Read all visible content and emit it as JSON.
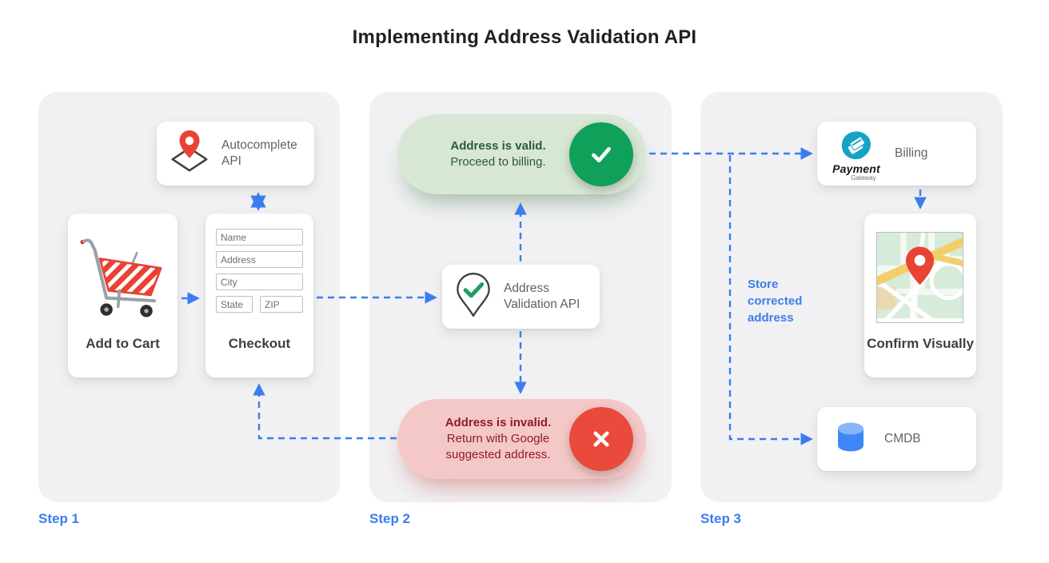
{
  "title": "Implementing Address Validation API",
  "colors": {
    "accent_blue": "#3b7ded",
    "panel_bg": "#f1f1f3",
    "valid_pill_bg": "#d8e6d4",
    "valid_text": "#2a5c31",
    "valid_circle": "#0fa05a",
    "invalid_pill_bg": "#f5c8c8",
    "invalid_text": "#8f1c23",
    "invalid_circle": "#e94a3b",
    "pin_red": "#ea4335",
    "check_green": "#1e9e5c",
    "db_blue": "#3f87f6",
    "gateway_teal": "#14a3c7"
  },
  "icons": {
    "autocomplete": "map-pin-on-diamond-icon",
    "add_to_cart": "shopping-cart-icon",
    "validation": "pin-with-check-icon",
    "valid": "check-icon",
    "invalid": "cross-icon",
    "billing": "payment-gateway-logo",
    "confirm": "map-preview-with-pin",
    "cmdb": "database-cylinder-icon"
  },
  "step1": {
    "label": "Step 1",
    "autocomplete_api": "Autocomplete API",
    "add_to_cart": "Add to Cart",
    "checkout": "Checkout",
    "form_fields": [
      "Name",
      "Address",
      "City",
      "State",
      "ZIP"
    ]
  },
  "step2": {
    "label": "Step 2",
    "valid_title": "Address is valid.",
    "valid_sub": "Proceed to billing.",
    "validation_api": "Address Validation API",
    "invalid_title": "Address is invalid.",
    "invalid_sub": "Return with Google suggested address."
  },
  "step3": {
    "label": "Step 3",
    "billing": "Billing",
    "payment_logo_title": "Payment",
    "payment_logo_sub": "Gateway",
    "confirm_visually": "Confirm Visually",
    "cmdb": "CMDB",
    "store_note": "Store corrected address"
  }
}
